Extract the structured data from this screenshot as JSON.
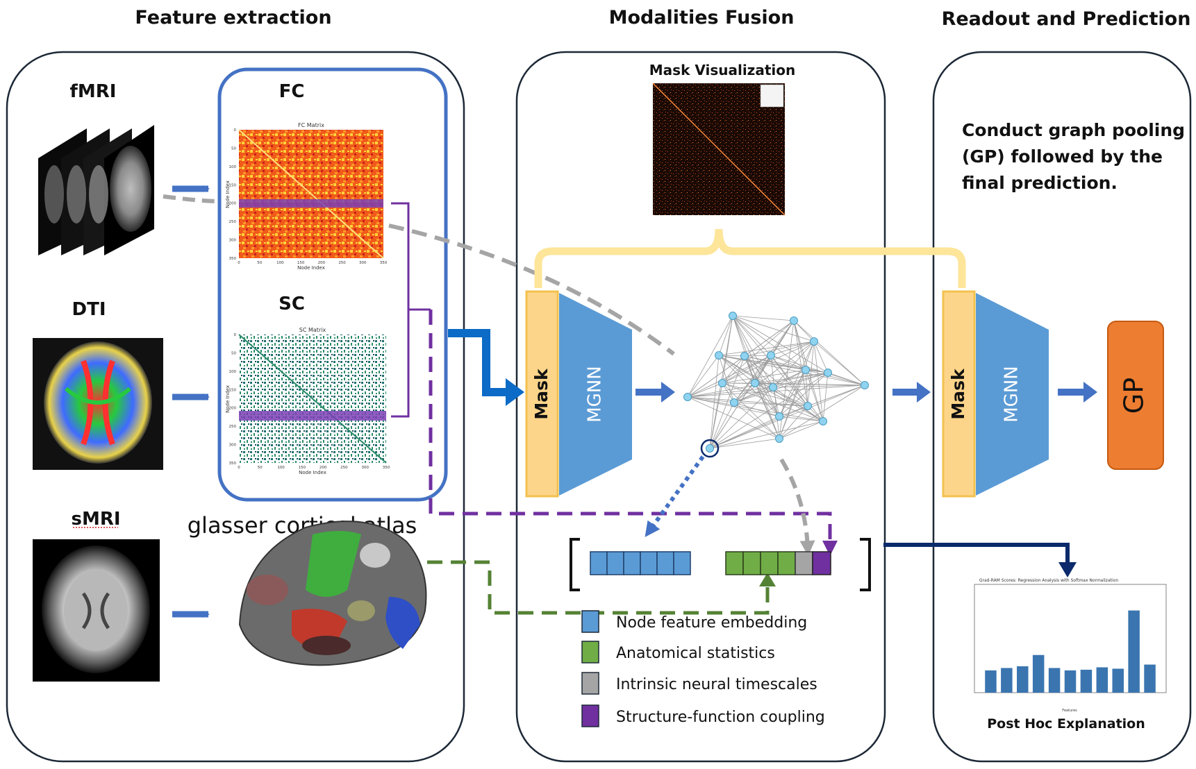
{
  "sections": {
    "feature_extraction": "Feature extraction",
    "modalities_fusion": "Modalities Fusion",
    "readout_prediction": "Readout and Prediction"
  },
  "modalities": {
    "fmri": "fMRI",
    "dti": "DTI",
    "smri": "sMRI"
  },
  "matrices": {
    "fc_label": "FC",
    "sc_label": "SC",
    "fc_title": "FC Matrix",
    "sc_title": "SC Matrix",
    "axis_label": "Node Index",
    "ticks": [
      "0",
      "50",
      "100",
      "150",
      "200",
      "250",
      "300",
      "350"
    ]
  },
  "atlas_label": "glasser cortical atlas",
  "mask_viz_label": "Mask Visualization",
  "blocks": {
    "mask": "Mask",
    "mgnn": "MGNN",
    "gp": "GP"
  },
  "readout_text": [
    "Conduct graph pooling",
    "(GP) followed by the",
    "final prediction."
  ],
  "legend": [
    {
      "label": "Node feature embedding",
      "color": "#5b9bd5"
    },
    {
      "label": "Anatomical statistics",
      "color": "#70ad47"
    },
    {
      "label": "Intrinsic neural timescales",
      "color": "#a5a5a5"
    },
    {
      "label": "Structure-function coupling",
      "color": "#7030a0"
    }
  ],
  "post_hoc_label": "Post Hoc Explanation",
  "colors": {
    "blue": "#4472c4",
    "mask_fill": "#fdd58a",
    "mask_stroke": "#f2c14e",
    "mgnn": "#5b9bd5",
    "gp": "#ed7d31",
    "purple": "#7030a0",
    "green": "#548235",
    "gray": "#a5a5a5",
    "navy": "#0b2a6b"
  },
  "chart_data": {
    "type": "bar",
    "title": "Grad-RAM Scores: Regression Analysis with Softmax Normalization",
    "xlabel": "Features",
    "ylim": [
      0,
      0.3
    ],
    "values": [
      0.065,
      0.072,
      0.077,
      0.11,
      0.072,
      0.065,
      0.067,
      0.074,
      0.07,
      0.24,
      0.082
    ]
  }
}
